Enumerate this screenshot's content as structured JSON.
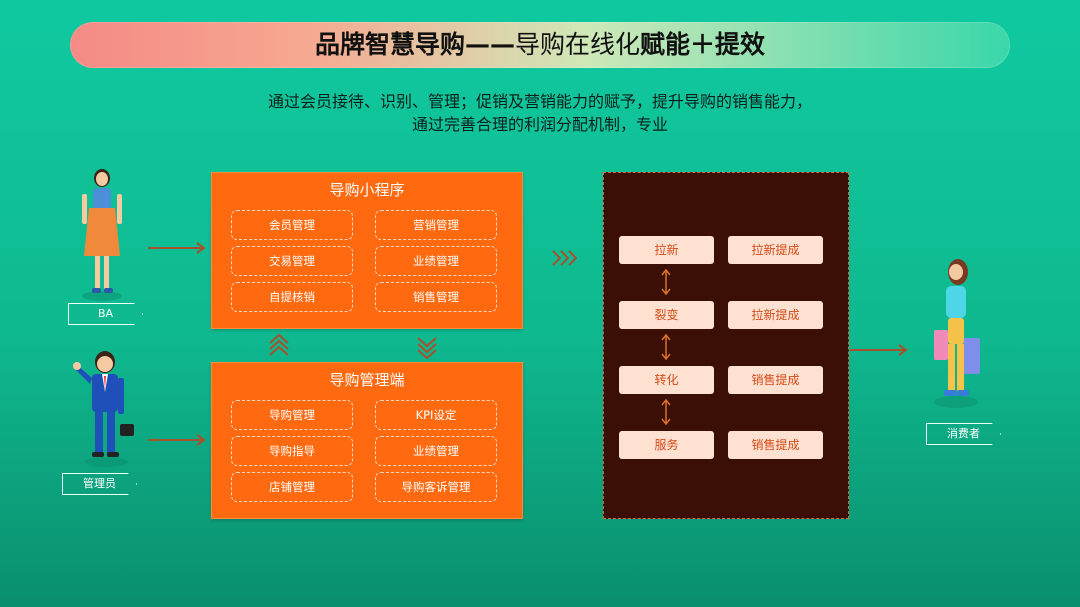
{
  "title": {
    "part1": "品牌智慧导购——",
    "part2": "导购在线化",
    "part3": "赋能＋提效"
  },
  "subtitle": {
    "line1": "通过会员接待、识别、管理；促销及营销能力的赋予，提升导购的销售能力，",
    "line2": "通过完善合理的利润分配机制，专业"
  },
  "roles": {
    "ba": "BA",
    "manager": "管理员",
    "consumer": "消费者"
  },
  "mini_program": {
    "title": "导购小程序",
    "items": [
      "会员管理",
      "营销管理",
      "交易管理",
      "业绩管理",
      "自提核销",
      "销售管理"
    ]
  },
  "admin": {
    "title": "导购管理端",
    "items": [
      "导购管理",
      "KPI设定",
      "导购指导",
      "业绩管理",
      "店铺管理",
      "导购客诉管理"
    ]
  },
  "flow": {
    "left": [
      "拉新",
      "裂变",
      "转化",
      "服务"
    ],
    "right": [
      "拉新提成",
      "拉新提成",
      "销售提成",
      "销售提成"
    ]
  },
  "colors": {
    "accent_orange": "#ff6a10",
    "dark_panel": "#3b0f06",
    "chip_light": "#ffe1d2",
    "arrow_brown": "#a5512d"
  }
}
